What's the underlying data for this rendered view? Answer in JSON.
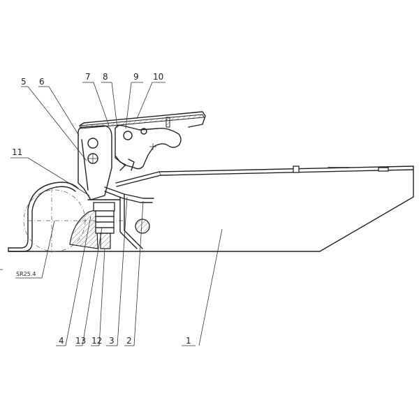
{
  "drawing": {
    "radius_label": "SR25.4",
    "labels": [
      {
        "id": "1",
        "text": "1"
      },
      {
        "id": "2",
        "text": "2"
      },
      {
        "id": "3",
        "text": "3"
      },
      {
        "id": "4",
        "text": "4"
      },
      {
        "id": "5",
        "text": "5"
      },
      {
        "id": "6",
        "text": "6"
      },
      {
        "id": "7",
        "text": "7"
      },
      {
        "id": "8",
        "text": "8"
      },
      {
        "id": "9",
        "text": "9"
      },
      {
        "id": "10",
        "text": "10"
      },
      {
        "id": "11",
        "text": "11"
      },
      {
        "id": "12",
        "text": "12"
      },
      {
        "id": "13",
        "text": "13"
      }
    ]
  }
}
